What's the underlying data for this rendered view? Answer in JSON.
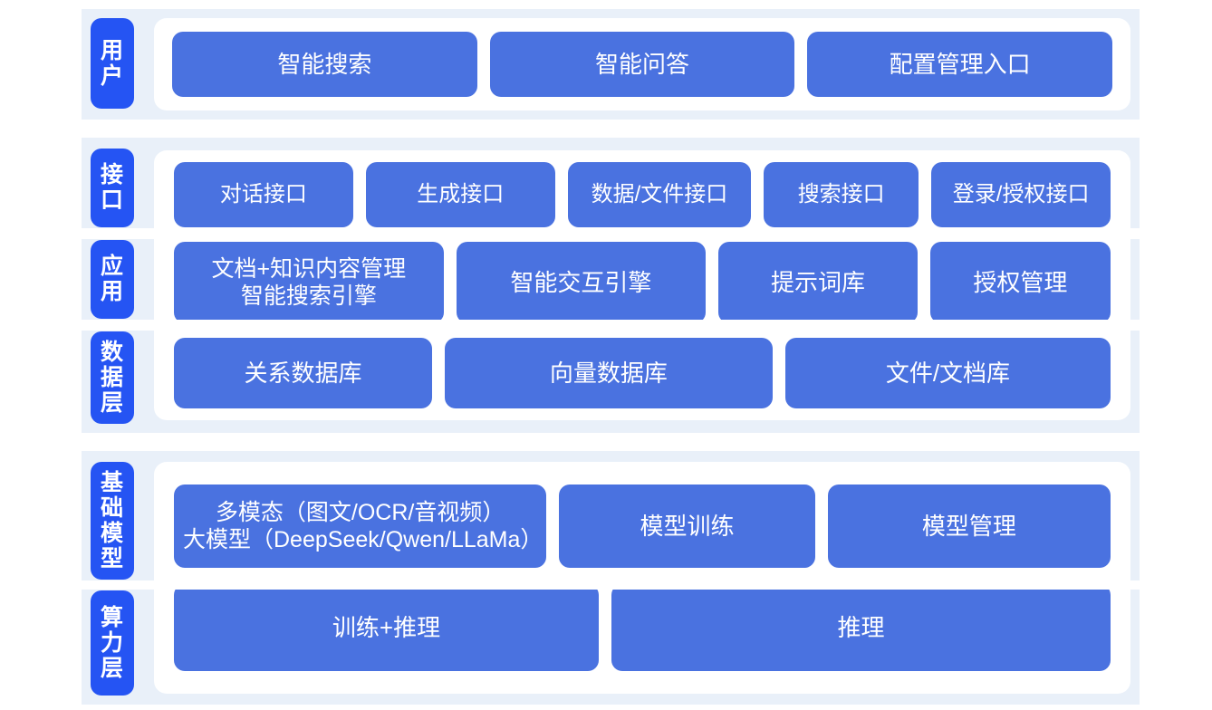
{
  "theme": {
    "tab_blue": "#2554f3",
    "box_blue": "#4a72e0",
    "band_blue": "#e9f0f9",
    "card_white": "#ffffff",
    "text_white": "#ffffff"
  },
  "sections": [
    {
      "id": "user",
      "layers": [
        {
          "label": "用户"
        }
      ],
      "rows": [
        {
          "id": "user-row",
          "boxes": [
            {
              "label": "智能搜索",
              "flex": 1
            },
            {
              "label": "智能问答",
              "flex": 1
            },
            {
              "label": "配置管理入口",
              "flex": 1
            }
          ]
        }
      ]
    },
    {
      "id": "platform",
      "layers": [
        {
          "label": "接口"
        },
        {
          "label": "应用"
        },
        {
          "label": "数据层"
        }
      ],
      "rows": [
        {
          "id": "interface-row",
          "boxes": [
            {
              "label": "对话接口",
              "flex": 2.02
            },
            {
              "label": "生成接口",
              "flex": 2.15
            },
            {
              "label": "数据/文件接口",
              "flex": 2.07
            },
            {
              "label": "搜索接口",
              "flex": 1.72
            },
            {
              "label": "登录/授权接口",
              "flex": 2.02
            }
          ]
        },
        {
          "id": "application-row",
          "boxes": [
            {
              "label": "文档+知识内容管理\n智能搜索引擎",
              "flex": 3.02,
              "multiline": true
            },
            {
              "label": "智能交互引擎",
              "flex": 2.78
            },
            {
              "label": "提示词库",
              "flex": 2.17
            },
            {
              "label": "授权管理",
              "flex": 1.95
            }
          ]
        },
        {
          "id": "data-row",
          "boxes": [
            {
              "label": "关系数据库",
              "flex": 2.75
            },
            {
              "label": "向量数据库",
              "flex": 3.55
            },
            {
              "label": "文件/文档库",
              "flex": 3.52
            }
          ]
        }
      ]
    },
    {
      "id": "infra",
      "layers": [
        {
          "label": "基础模型"
        },
        {
          "label": "算力层"
        }
      ],
      "rows": [
        {
          "id": "model-row",
          "boxes": [
            {
              "label": "多模态（图文/OCR/音视频）\n大模型（DeepSeek/Qwen/LLaMa）",
              "flex": 3.95,
              "multiline": true
            },
            {
              "label": "模型训练",
              "flex": 2.65
            },
            {
              "label": "模型管理",
              "flex": 2.95
            }
          ]
        },
        {
          "id": "compute-row",
          "boxes": [
            {
              "label": "训练+推理",
              "flex": 4.65
            },
            {
              "label": "推理",
              "flex": 5.5
            }
          ]
        }
      ]
    }
  ]
}
